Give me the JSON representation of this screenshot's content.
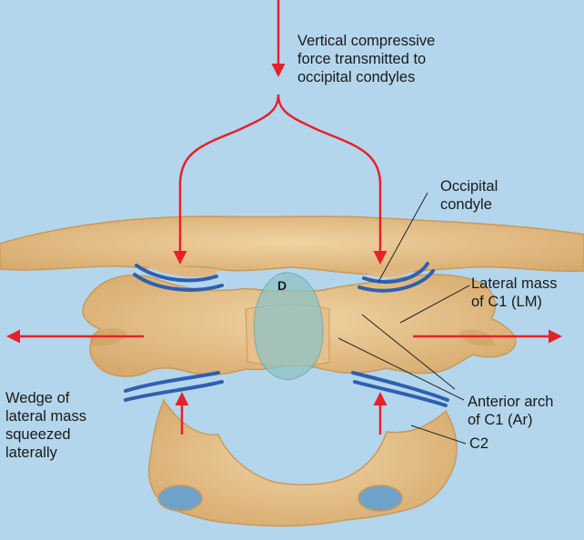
{
  "labels": {
    "force": [
      "Vertical compressive",
      "force transmitted to",
      "occipital condyles"
    ],
    "occipital_condyle": [
      "Occipital",
      "condyle"
    ],
    "lateral_mass": [
      "Lateral mass",
      "of C1 (LM)"
    ],
    "anterior_arch": [
      "Anterior arch",
      "of C1 (Ar)"
    ],
    "c2": "C2",
    "wedge": [
      "Wedge of",
      "lateral mass",
      "squeezed",
      "laterally"
    ],
    "dens": "D"
  },
  "colors": {
    "background": "#b3d6ec",
    "bone": "#e8c48e",
    "bone_shadow": "#c9995a",
    "joint": "#2f5fb0",
    "arrow": "#e8202a",
    "dens": "#8ec3c6",
    "vessel": "#6fa2c9"
  }
}
